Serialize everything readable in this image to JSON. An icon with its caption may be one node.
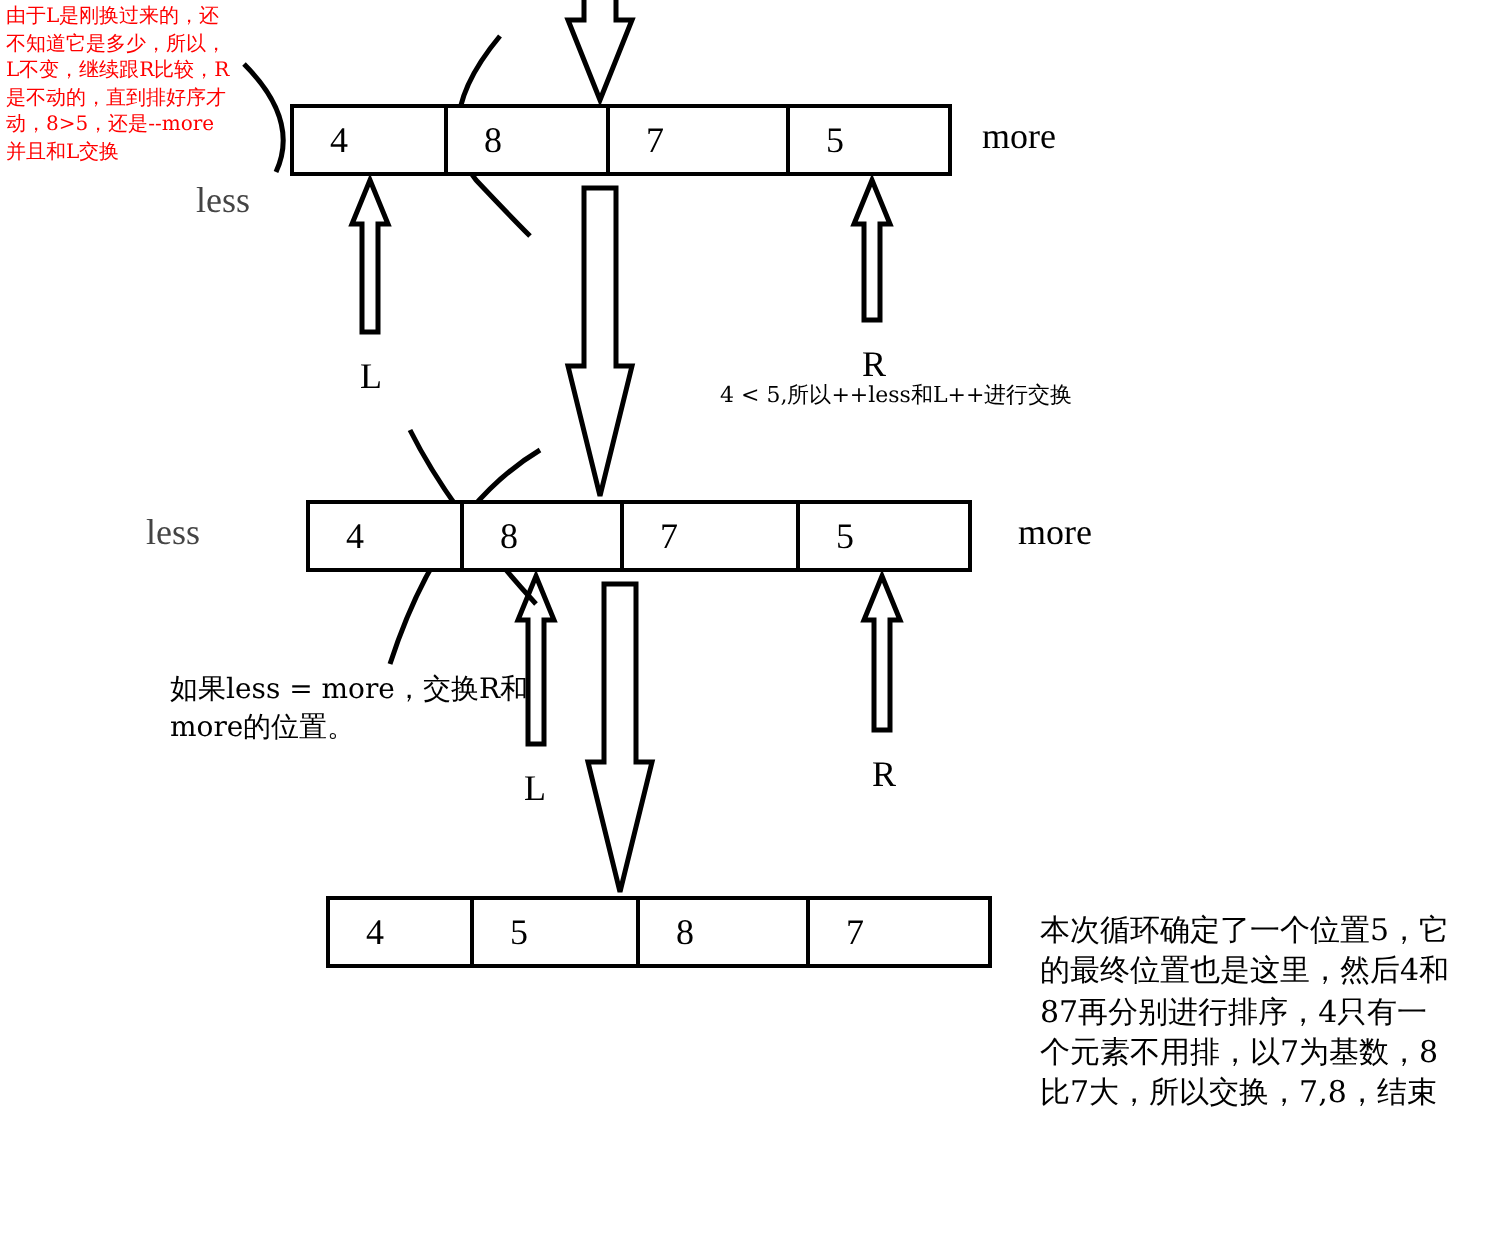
{
  "diagram": {
    "nodes": [
      {
        "text": [],
        "shape": "box",
        "beside": [
          "less",
          "more"
        ]
      },
      {
        "text": [
          "4"
        ],
        "in": 0
      },
      {
        "text": [
          "8"
        ],
        "in": 0
      },
      {
        "text": [
          "7"
        ],
        "in": 0
      },
      {
        "text": [
          "5"
        ],
        "in": 0
      },
      {
        "text": [],
        "shape": "box",
        "beside": [
          "less",
          "more"
        ]
      },
      {
        "text": [
          "4"
        ],
        "in": 5
      },
      {
        "text": [
          "8"
        ],
        "in": 5
      },
      {
        "text": [
          "7"
        ],
        "in": 5
      },
      {
        "text": [
          "5"
        ],
        "in": 5
      },
      {
        "text": [],
        "shape": "box"
      },
      {
        "text": [
          "4"
        ],
        "in": 10
      },
      {
        "text": [
          "5"
        ],
        "in": 10
      },
      {
        "text": [
          "8"
        ],
        "in": 10
      },
      {
        "text": [
          "7"
        ],
        "in": 10
      },
      {
        "text": [
          "L"
        ]
      },
      {
        "text": [
          "R"
        ]
      },
      {
        "text": [
          "L"
        ]
      },
      {
        "text": [
          "R"
        ]
      }
    ],
    "edges": [
      {
        "from": null,
        "to": 0,
        "arrow": "to"
      },
      {
        "from": 0,
        "to": 5,
        "arrow": "to"
      },
      {
        "from": 5,
        "to": 10,
        "arrow": "to"
      },
      {
        "from": 15,
        "to": 1,
        "arrow": "to"
      },
      {
        "from": 16,
        "to": 4,
        "arrow": "to"
      },
      {
        "from": 17,
        "to": 7,
        "arrow": "to"
      },
      {
        "from": 18,
        "to": 9,
        "arrow": "to"
      }
    ],
    "labels": [
      "由于L是刚换过来的，还不知道它是多少，所以，L不变，继续跟R比较，R是不动的，直到排好序才动，8>5，还是--more并且和L交换",
      "4 < 5,所以++less和L++进行交换",
      "如果less = more，交换R和more的位置。",
      "本次循环确定了一个位置5，它的最终位置也是这里，然后4和87再分别进行排序，4只有一个元素不用排，以7为基数，8比7大，所以交换，7,8，结束"
    ]
  }
}
